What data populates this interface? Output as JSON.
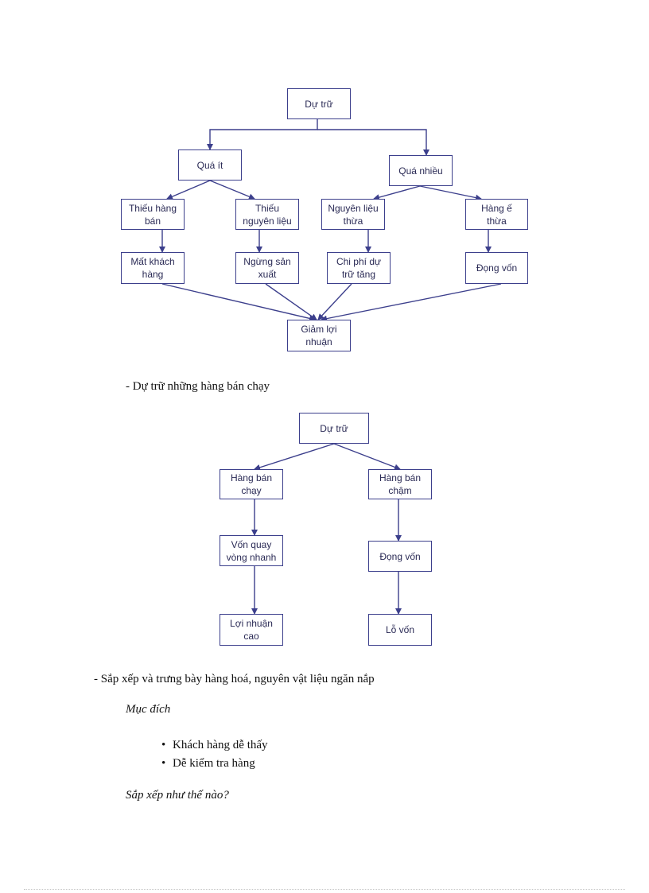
{
  "diagram1": {
    "nodes": [
      {
        "id": "du-tru",
        "label": "Dự trữ"
      },
      {
        "id": "qua-it",
        "label": "Quá ít"
      },
      {
        "id": "qua-nhieu",
        "label": "Quá nhiều"
      },
      {
        "id": "thieu-hang-ban",
        "label": "Thiếu hàng\nbán"
      },
      {
        "id": "thieu-nguyen-lieu",
        "label": "Thiếu\nnguyên liệu"
      },
      {
        "id": "nguyen-lieu-thua",
        "label": "Nguyên liệu\nthừa"
      },
      {
        "id": "hang-e-thua",
        "label": "Hàng ế\nthừa"
      },
      {
        "id": "mat-khach-hang",
        "label": "Mất khách\nhàng"
      },
      {
        "id": "ngung-san-xuat",
        "label": "Ngừng sản\nxuất"
      },
      {
        "id": "chi-phi-du-tru-tang",
        "label": "Chi phí dự\ntrữ tăng"
      },
      {
        "id": "dong-von",
        "label": "Đọng vốn"
      },
      {
        "id": "giam-loi-nhuan",
        "label": "Giảm lợi\nnhuận"
      }
    ]
  },
  "line1": "- Dự trữ những hàng bán chạy",
  "diagram2": {
    "nodes": [
      {
        "id": "du-tru",
        "label": "Dự trữ"
      },
      {
        "id": "hang-ban-chay",
        "label": "Hàng bán\nchạy"
      },
      {
        "id": "hang-ban-cham",
        "label": "Hàng bán\nchậm"
      },
      {
        "id": "von-quay-vong-nhanh",
        "label": "Vốn quay\nvòng nhanh"
      },
      {
        "id": "dong-von",
        "label": "Đọng vốn"
      },
      {
        "id": "loi-nhuan-cao",
        "label": "Lợi nhuận\ncao"
      },
      {
        "id": "lo-von",
        "label": "Lỗ vốn"
      }
    ]
  },
  "line2": "- Sắp xếp và trưng bày hàng hoá, nguyên vật liệu ngăn nắp",
  "purpose_heading": "Mục đích",
  "bullet_symbol": "•",
  "bullets": [
    "Khách hàng dễ thấy",
    "Dễ kiểm tra hàng"
  ],
  "how_heading": "Sắp xếp như thế nào?"
}
